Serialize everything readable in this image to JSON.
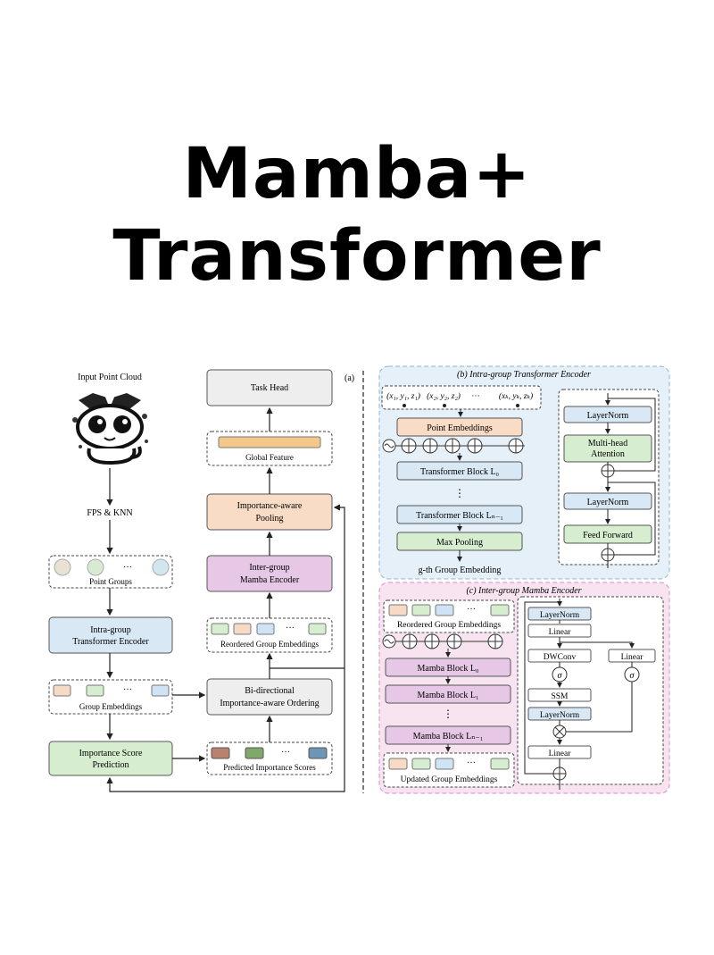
{
  "title": {
    "line1": "Mamba+",
    "line2": "Transformer"
  },
  "colors": {
    "blue_box": "#d9e8f5",
    "pink_box": "#e6c8e6",
    "orange_box": "#f8dcc6",
    "green_box": "#d6edd0",
    "gray_box": "#eeeeee",
    "panel_b_bg": "#e6f0f8",
    "panel_c_bg": "#f8e4f0"
  },
  "panel_a": {
    "label": "(a)",
    "input_point_cloud": "Input Point Cloud",
    "fps_knn": "FPS & KNN",
    "point_groups": "Point Groups",
    "intra_group_line1": "Intra-group",
    "intra_group_line2": "Transformer Encoder",
    "group_embeddings": "Group Embeddings",
    "importance_score_line1": "Importance Score",
    "importance_score_line2": "Prediction",
    "predicted_importance_scores": "Predicted Importance Scores",
    "bidirectional_line1": "Bi-directional",
    "bidirectional_line2": "Importance-aware Ordering",
    "reordered_group_embeddings": "Reordered Group Embeddings",
    "inter_group_line1": "Inter-group",
    "inter_group_line2": "Mamba Encoder",
    "pooling_line1": "Importance-aware",
    "pooling_line2": "Pooling",
    "global_feature": "Global Feature",
    "task_head": "Task Head",
    "ellipsis": "···"
  },
  "panel_b": {
    "title": "(b) Intra-group Transformer Encoder",
    "coord1": "(x₁, y₁, z₁)",
    "coord2": "(x₂, y₂, z₂)",
    "coord_ellipsis": "···",
    "coordk": "(xₖ, yₖ, zₖ)",
    "point_embeddings": "Point Embeddings",
    "transformer_block_0": "Transformer Block  L₀",
    "transformer_block_n": "Transformer Block  Lₙ₋₁",
    "max_pooling": "Max Pooling",
    "group_embedding": "g-th Group Embedding",
    "layernorm1": "LayerNorm",
    "mha_line1": "Multi-head",
    "mha_line2": "Attention",
    "layernorm2": "LayerNorm",
    "feed_forward": "Feed Forward",
    "vdots": "⋮"
  },
  "panel_c": {
    "title": "(c) Inter-group Mamba Encoder",
    "reordered": "Reordered Group Embeddings",
    "mamba_block_0": "Mamba Block   L₀",
    "mamba_block_1": "Mamba Block   L₁",
    "mamba_block_n": "Mamba Block   Lₙ₋₁",
    "updated": "Updated Group Embeddings",
    "layernorm1": "LayerNorm",
    "linear1": "Linear",
    "dwconv": "DWConv",
    "linear2": "Linear",
    "sigma1": "σ",
    "sigma2": "σ",
    "ssm": "SSM",
    "layernorm2": "LayerNorm",
    "linear3": "Linear",
    "vdots": "⋮"
  }
}
